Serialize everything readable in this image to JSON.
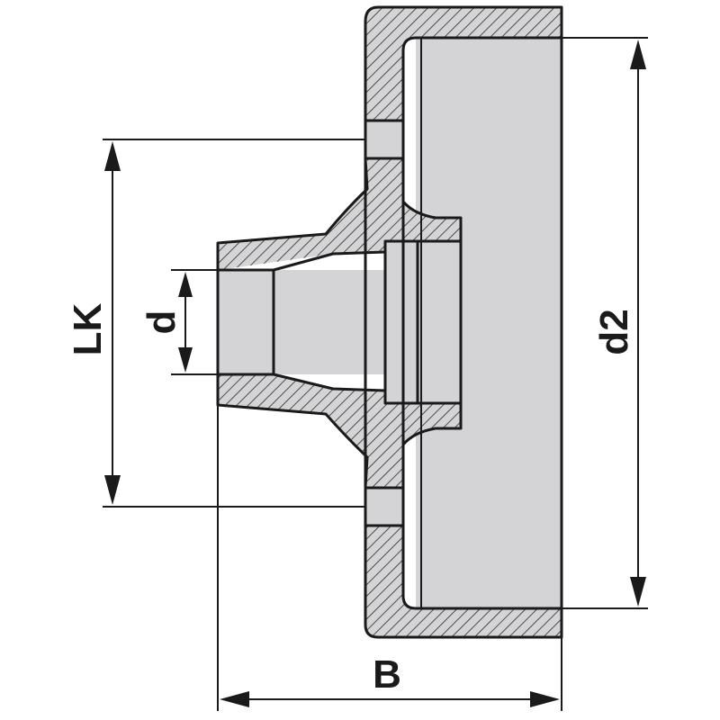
{
  "diagram": {
    "labels": {
      "lk": "LK",
      "d": "d",
      "d2": "d2",
      "b": "B"
    }
  }
}
